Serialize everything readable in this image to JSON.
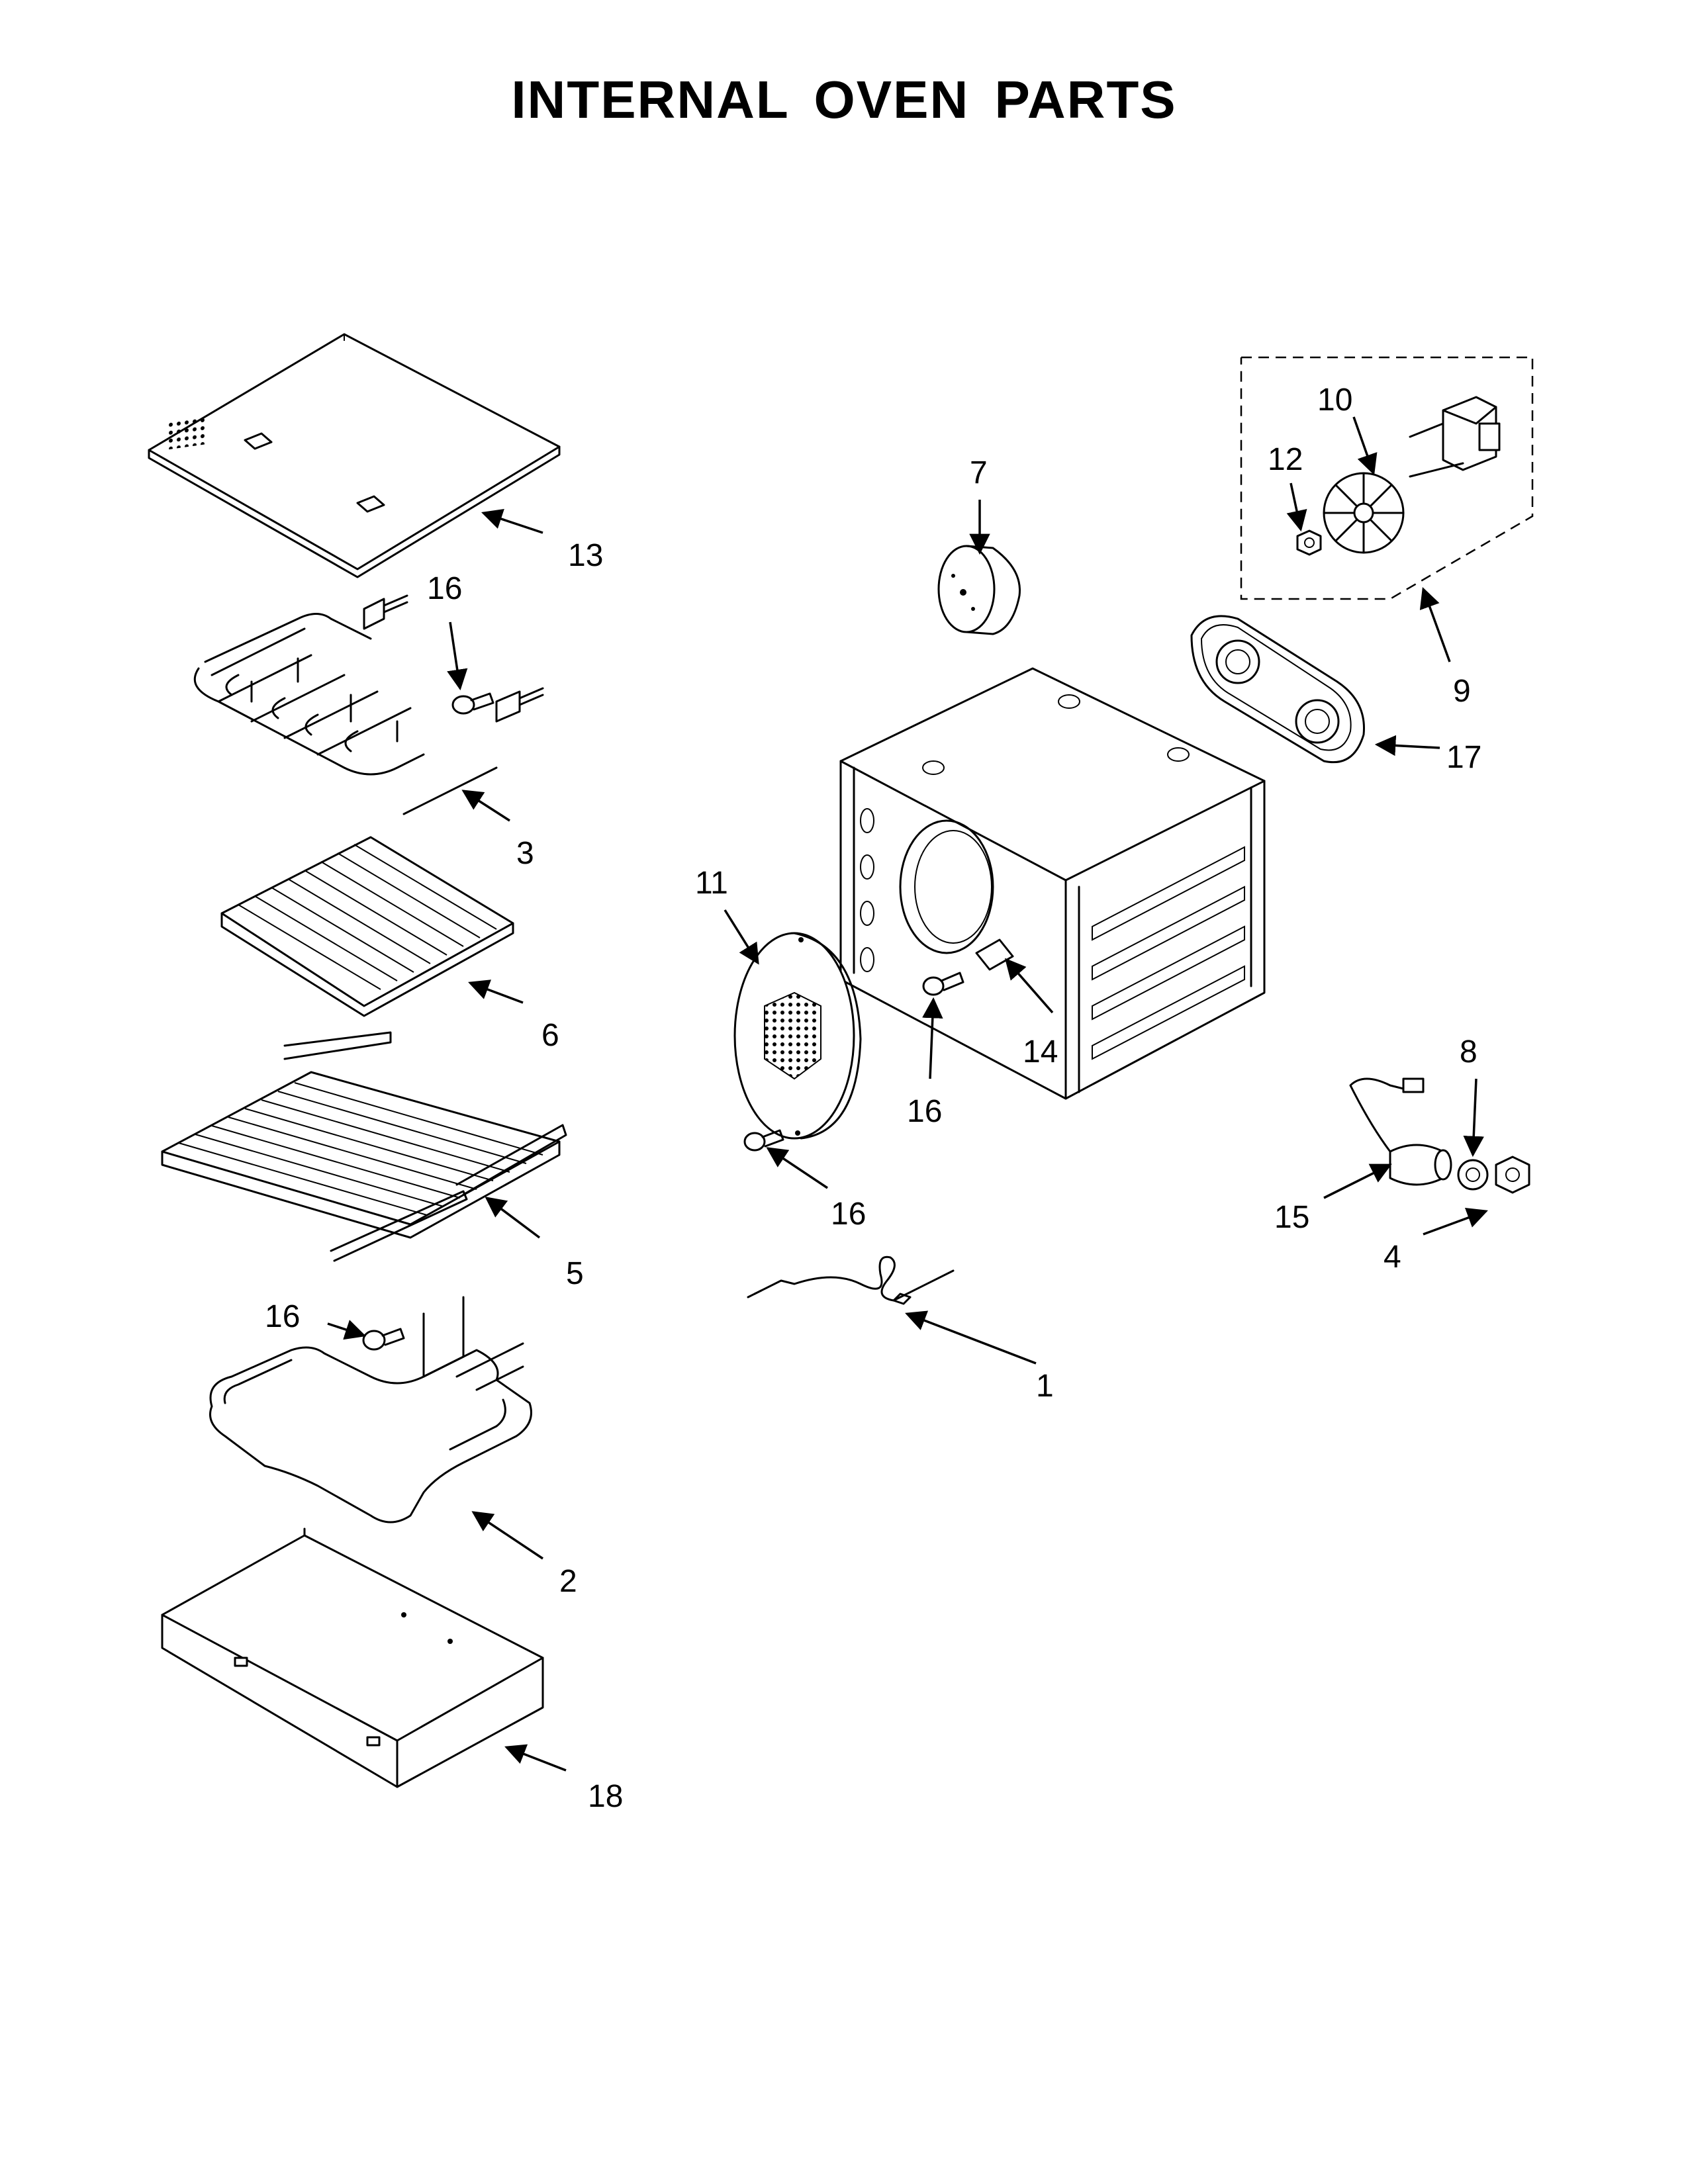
{
  "title": "INTERNAL OVEN PARTS",
  "callouts": {
    "c1": "1",
    "c2": "2",
    "c3": "3",
    "c4": "4",
    "c5": "5",
    "c6": "6",
    "c7": "7",
    "c8": "8",
    "c9": "9",
    "c10": "10",
    "c11": "11",
    "c12": "12",
    "c13": "13",
    "c14": "14",
    "c15": "15",
    "c16a": "16",
    "c16b": "16",
    "c16c": "16",
    "c16d": "16",
    "c17": "17",
    "c18": "18"
  }
}
